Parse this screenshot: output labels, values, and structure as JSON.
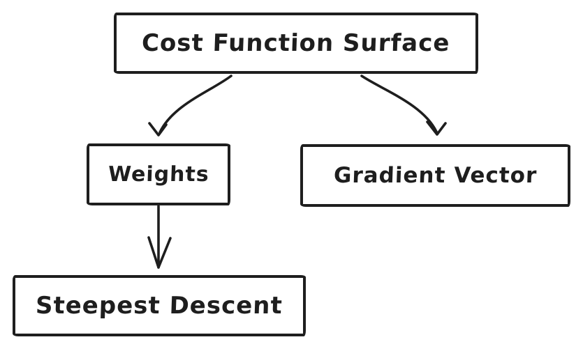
{
  "diagram": {
    "background_color": "#ffffff",
    "stroke_color": "#1e1e1e",
    "style": "hand-drawn flowchart",
    "nodes": [
      {
        "id": "cost-function-surface",
        "label": "Cost Function Surface"
      },
      {
        "id": "weights",
        "label": "Weights"
      },
      {
        "id": "gradient-vector",
        "label": "Gradient Vector"
      },
      {
        "id": "steepest-descent",
        "label": "Steepest Descent"
      }
    ],
    "edges": [
      {
        "from": "cost-function-surface",
        "to": "weights",
        "type": "curved-arrow"
      },
      {
        "from": "cost-function-surface",
        "to": "gradient-vector",
        "type": "curved-arrow"
      },
      {
        "from": "weights",
        "to": "steepest-descent",
        "type": "straight-arrow"
      }
    ]
  }
}
